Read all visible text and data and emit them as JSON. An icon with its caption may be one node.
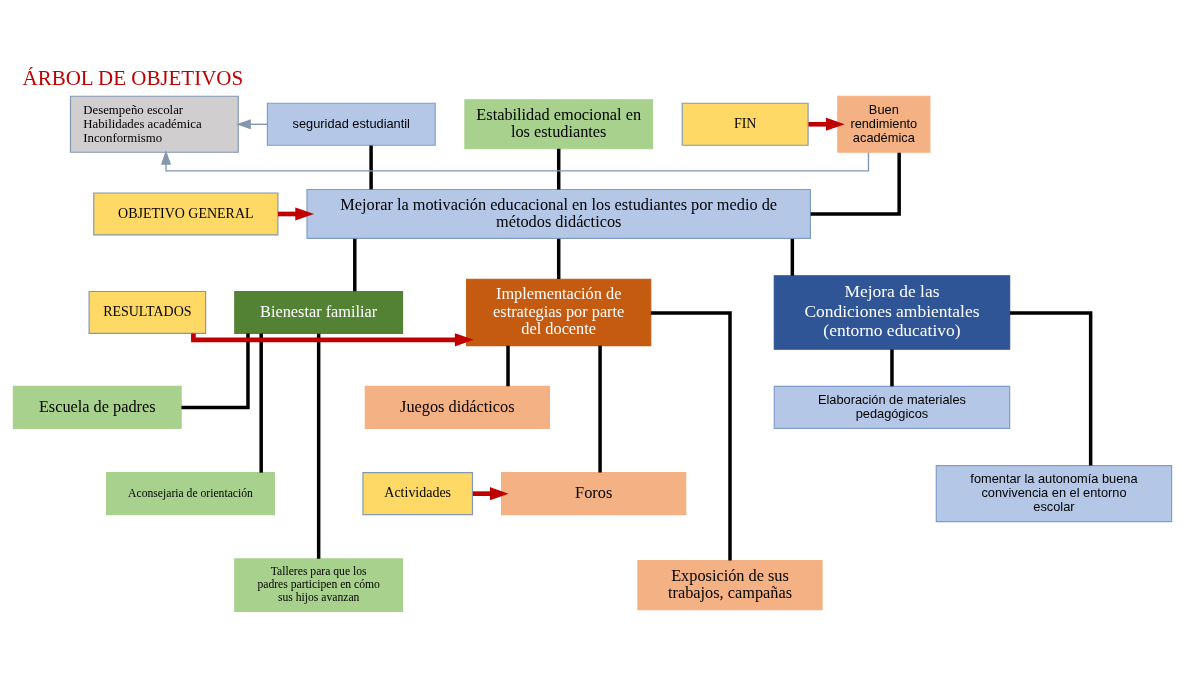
{
  "diagram": {
    "title": "ÁRBOL DE OBJETIVOS",
    "nodes": [
      {
        "text": [
          "Desempeño escolar",
          "Habilidades académica",
          "Inconformismo"
        ]
      },
      {
        "text": [
          "seguridad estudiantil"
        ]
      },
      {
        "text": [
          "Estabilidad emocional en los estudiantes"
        ]
      },
      {
        "text": [
          "Buen rendimiento académica"
        ]
      },
      {
        "text": [
          "FIN"
        ]
      },
      {
        "text": [
          "Mejorar la motivación educacional en los estudiantes por medio de métodos didácticos"
        ]
      },
      {
        "text": [
          "OBJETIVO GENERAL"
        ]
      },
      {
        "text": [
          "Mejora de las Condiciones ambientales (entorno educativo)"
        ]
      },
      {
        "text": [
          "Elaboración de materiales pedagógicos"
        ]
      },
      {
        "text": [
          "fomentar la autonomía buena convivencia en el entorno escolar"
        ]
      },
      {
        "text": [
          "Bienestar familiar"
        ]
      },
      {
        "text": [
          "Escuela de padres"
        ]
      },
      {
        "text": [
          "Aconsejaria de orientación"
        ]
      },
      {
        "text": [
          "Talleres para que los padres participen en cómo sus hijos avanzan"
        ]
      },
      {
        "text": [
          "Implementación de estrategias por parte del docente"
        ]
      },
      {
        "text": [
          "RESULTADOS"
        ]
      },
      {
        "text": [
          "Juegos didácticos"
        ]
      },
      {
        "text": [
          "Foros"
        ]
      },
      {
        "text": [
          "Actividades"
        ]
      },
      {
        "text": [
          "Exposición de sus trabajos, campañas"
        ]
      }
    ],
    "edges": [
      {
        "from": 1,
        "to": 0,
        "arrow": "to",
        "color": "#8497b0"
      },
      {
        "from": 3,
        "to": 0,
        "arrow": "to",
        "color": "#8497b0"
      },
      {
        "from": 4,
        "to": 3,
        "arrow": "to",
        "color": "#c00000"
      },
      {
        "from": 1,
        "to": 5,
        "arrow": "none"
      },
      {
        "from": 2,
        "to": 5,
        "arrow": "none"
      },
      {
        "from": 3,
        "to": 5,
        "arrow": "none"
      },
      {
        "from": 6,
        "to": 5,
        "arrow": "to",
        "color": "#c00000"
      },
      {
        "from": 5,
        "to": 7,
        "arrow": "none"
      },
      {
        "from": 5,
        "to": 10,
        "arrow": "none"
      },
      {
        "from": 5,
        "to": 14,
        "arrow": "none"
      },
      {
        "from": 7,
        "to": 8,
        "arrow": "none"
      },
      {
        "from": 7,
        "to": 9,
        "arrow": "none"
      },
      {
        "from": 10,
        "to": 11,
        "arrow": "none"
      },
      {
        "from": 10,
        "to": 12,
        "arrow": "none"
      },
      {
        "from": 10,
        "to": 13,
        "arrow": "none"
      },
      {
        "from": 15,
        "to": 14,
        "arrow": "to",
        "color": "#c00000"
      },
      {
        "from": 14,
        "to": 16,
        "arrow": "none"
      },
      {
        "from": 14,
        "to": 17,
        "arrow": "none"
      },
      {
        "from": 14,
        "to": 19,
        "arrow": "none"
      },
      {
        "from": 18,
        "to": 17,
        "arrow": "to",
        "color": "#c00000"
      }
    ]
  }
}
